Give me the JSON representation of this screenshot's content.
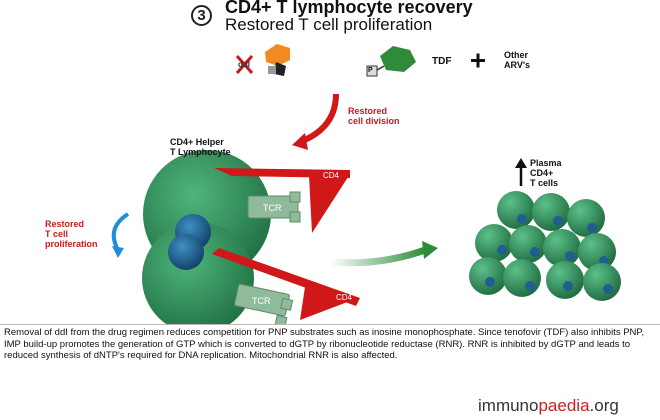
{
  "header": {
    "number": "3",
    "title": "CD4+ T lymphocyte recovery",
    "subtitle": "Restored T cell proliferation"
  },
  "drugs": {
    "ddi": "ddI",
    "tdf": "TDF",
    "tdf_tag": "P",
    "plus": "+",
    "other_line1": "Other",
    "other_line2": "ARV's"
  },
  "labels": {
    "restored_division_line1": "Restored",
    "restored_division_line2": "cell division",
    "helper_line1": "CD4+ Helper",
    "helper_line2": "T Lymphocyte",
    "cd4_top": "CD4",
    "cd4_bottom": "CD4",
    "tcr_top": "TCR",
    "tcr_bottom": "TCR",
    "proliferation_line1": "Restored",
    "proliferation_line2": "T cell",
    "proliferation_line3": "proliferation",
    "plasma_line1": "Plasma",
    "plasma_line2": "CD4+",
    "plasma_line3": "T cells"
  },
  "caption": "Removal of ddI from the drug regimen reduces competition for PNP substrates such as inosine monophosphate. Since tenofovir (TDF) also inhibits PNP, IMP build-up promotes the generation of GTP which is converted to dGTP by ribonucleotide reductase (RNR). RNR is inhibited by dGTP and leads to reduced synthesis of dNTP's required for DNA replication.  Mitochondrial RNR is also affected.",
  "footer": {
    "logo_a": "immuno",
    "logo_b": "paedia",
    "logo_c": ".org"
  },
  "colors": {
    "cell_green": "#2e8b57",
    "nucleus_blue": "#1f5f8f",
    "arrow_red": "#d01818",
    "tcr_green": "#7fae8e",
    "ddi_orange": "#f28a1f",
    "tdf_green": "#3d9a3d"
  }
}
